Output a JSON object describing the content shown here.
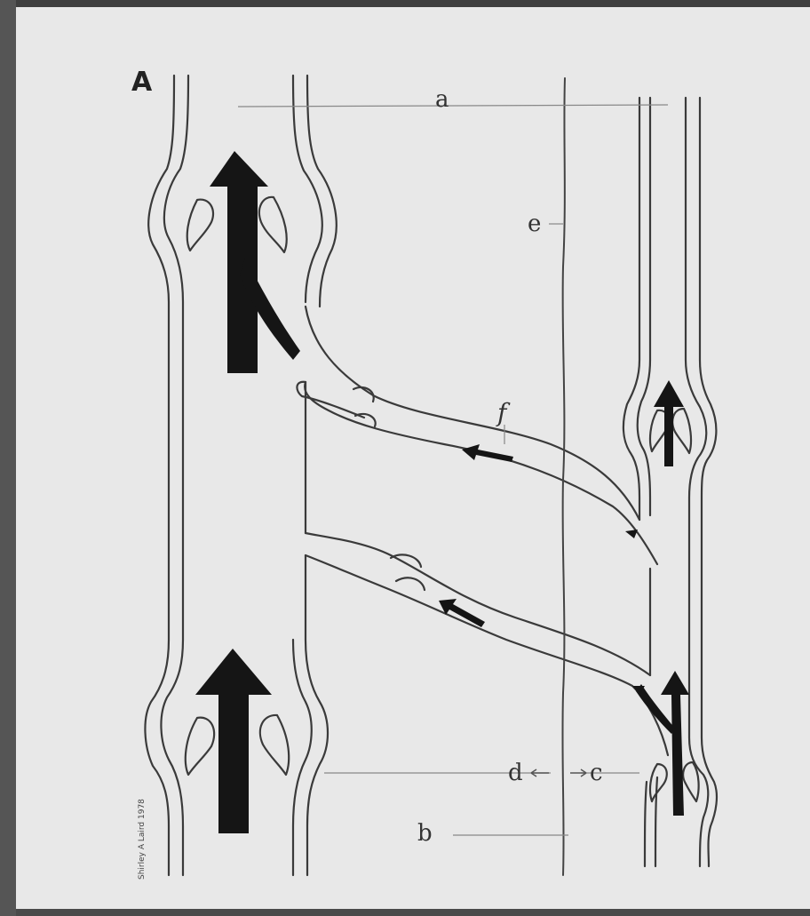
{
  "figure": {
    "panel_label": "A",
    "labels": {
      "a": "a",
      "b": "b",
      "c": "c",
      "d": "d",
      "e": "e",
      "f": "f"
    },
    "signature": "Shirley A Laird 1978"
  },
  "colors": {
    "paper": "#e8e8e8",
    "ink": "#1a1a1a",
    "line": "#555555"
  }
}
